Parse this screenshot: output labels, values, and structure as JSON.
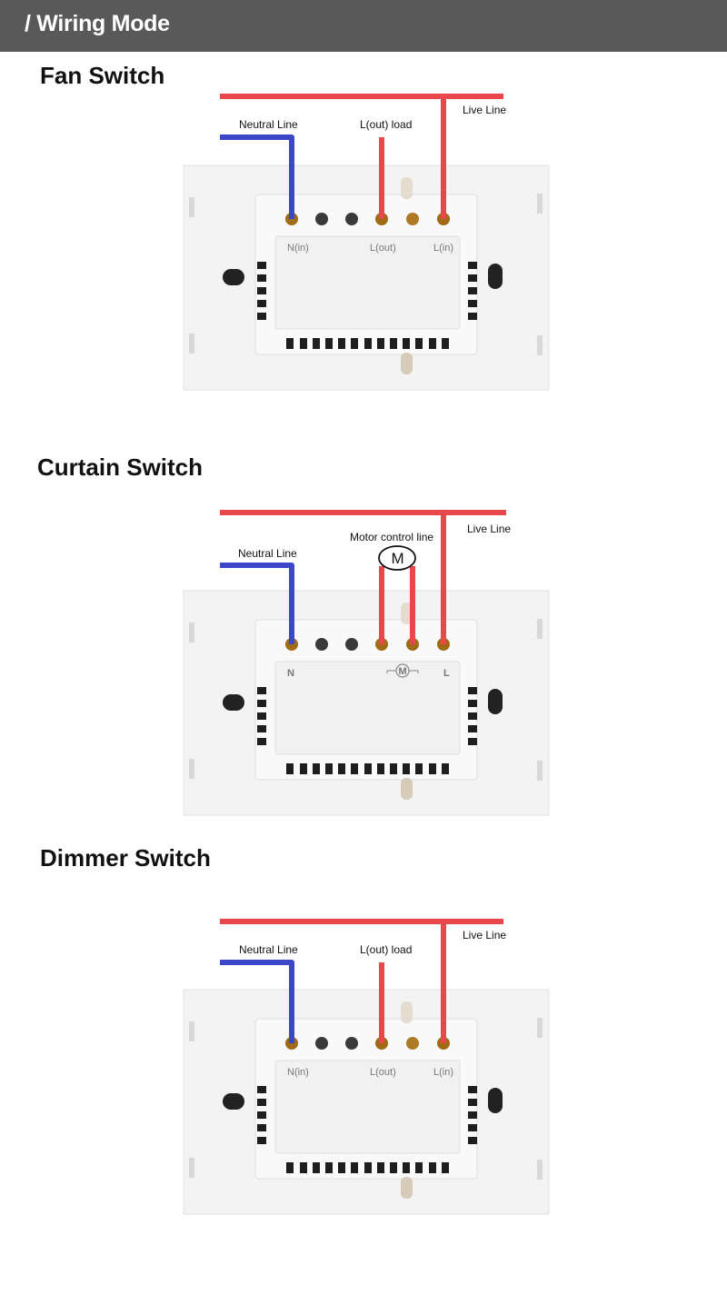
{
  "header": {
    "title": "/ Wiring Mode"
  },
  "colors": {
    "live_wire": "#e8474b",
    "neutral_wire": "#3b46c8",
    "header_bg": "#595959"
  },
  "sections": [
    {
      "title": "Fan Switch",
      "labels": {
        "live": "Live Line",
        "neutral": "Neutral Line",
        "load": "L(out) load"
      },
      "terminals": [
        "N(in)",
        "L(out)",
        "L(in)"
      ]
    },
    {
      "title": "Curtain Switch",
      "labels": {
        "live": "Live Line",
        "neutral": "Neutral Line",
        "motor": "Motor control line",
        "motor_symbol": "M"
      },
      "terminals": [
        "N",
        "M",
        "L"
      ]
    },
    {
      "title": "Dimmer Switch",
      "labels": {
        "live": "Live Line",
        "neutral": "Neutral Line",
        "load": "L(out) load"
      },
      "terminals": [
        "N(in)",
        "L(out)",
        "L(in)"
      ]
    }
  ]
}
